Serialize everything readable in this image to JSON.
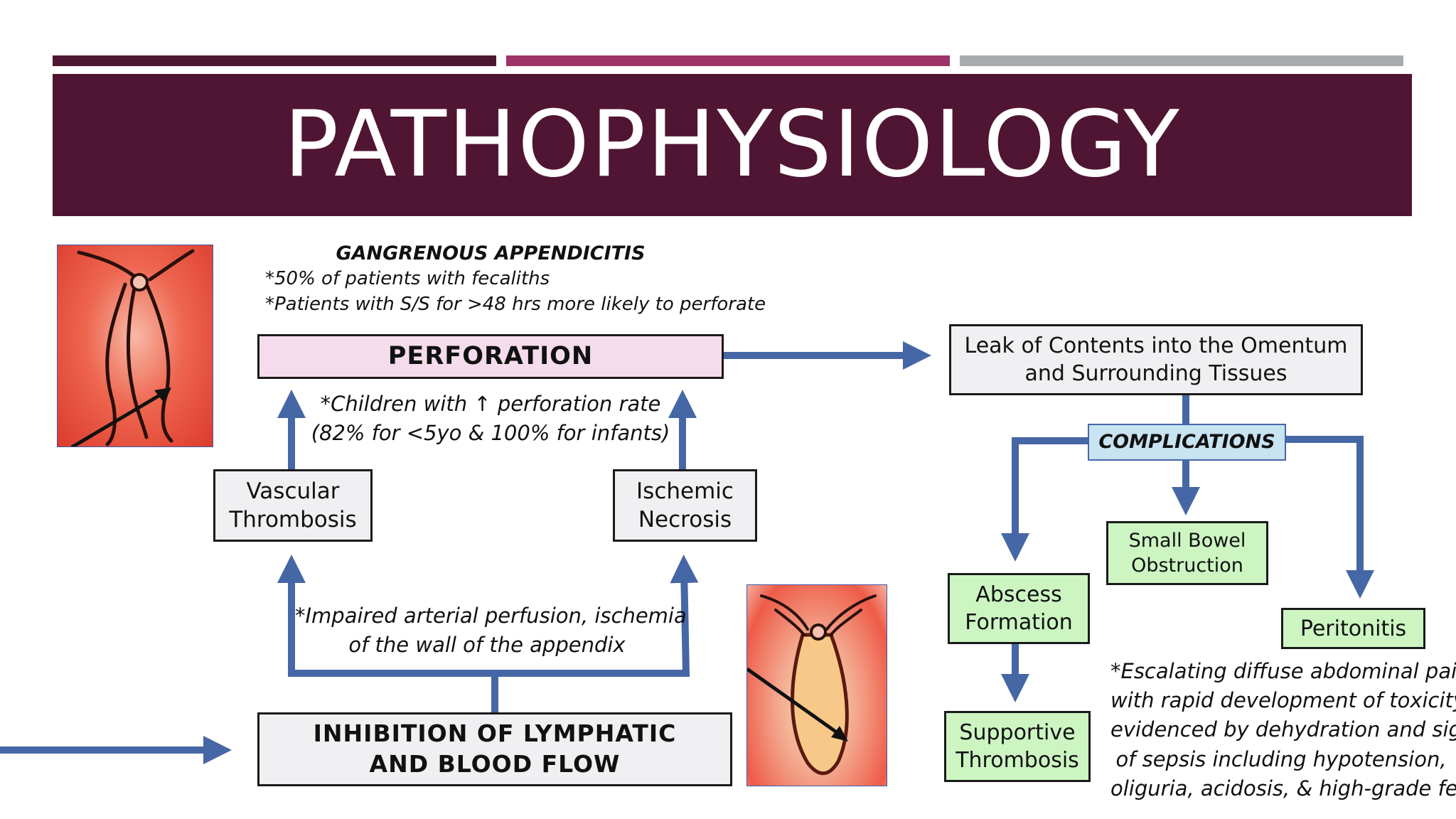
{
  "slide": {
    "title": "PATHOPHYSIOLOGY",
    "colors": {
      "banner": "#501533",
      "bar_dark": "#4d1732",
      "bar_magenta": "#9c3467",
      "bar_gray": "#a8abae",
      "arrow": "#4667a5"
    }
  },
  "gangrenous": {
    "heading": "GANGRENOUS APPENDICITIS",
    "note_1": "*50% of patients with fecaliths",
    "note_2": "*Patients with S/S for >48 hrs more likely to perforate"
  },
  "perforation": {
    "label": "PERFORATION",
    "children_note_1": "*Children with ↑ perforation rate",
    "children_note_2": "(82% for <5yo & 100% for infants)"
  },
  "vascular_thrombosis": {
    "line_1": "Vascular",
    "line_2": "Thrombosis"
  },
  "ischemic_necrosis": {
    "line_1": "Ischemic",
    "line_2": "Necrosis"
  },
  "impaired_note": {
    "line_1": "*Impaired arterial perfusion, ischemia",
    "line_2": "of the wall of the appendix"
  },
  "inhibition": {
    "line_1": "INHIBITION OF LYMPHATIC",
    "line_2": "AND BLOOD FLOW"
  },
  "leak": {
    "line_1": "Leak of Contents into the Omentum",
    "line_2": "and Surrounding Tissues"
  },
  "complications": {
    "label": "COMPLICATIONS",
    "small_bowel": {
      "line_1": "Small Bowel",
      "line_2": "Obstruction"
    },
    "abscess": {
      "line_1": "Abscess",
      "line_2": "Formation"
    },
    "peritonitis": "Peritonitis",
    "supportive": {
      "line_1": "Supportive",
      "line_2": "Thrombosis"
    },
    "escalating_note": [
      "*Escalating diffuse abdominal pain",
      "with rapid development of toxicity",
      "evidenced by dehydration and signs",
      "of sepsis including hypotension,",
      "oliguria, acidosis, & high-grade fever"
    ]
  }
}
